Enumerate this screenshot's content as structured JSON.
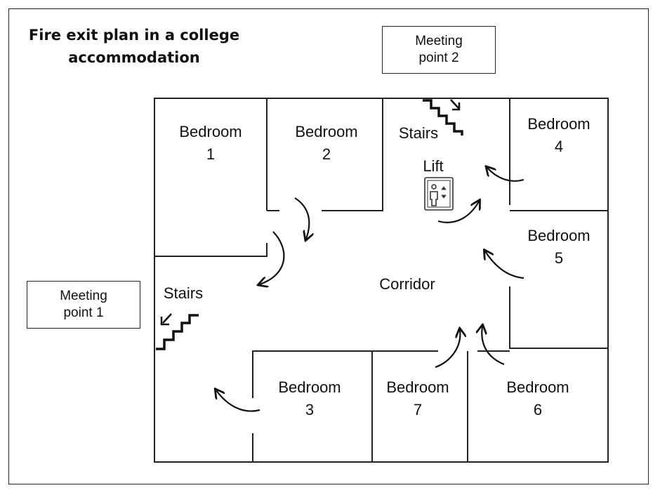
{
  "title": "Fire exit plan in a college accommodation",
  "meeting_points": [
    {
      "id": "mp1",
      "text": "Meeting point 1"
    },
    {
      "id": "mp2",
      "text": "Meeting point 2"
    }
  ],
  "rooms": {
    "bedroom1": {
      "name": "Bedroom",
      "number": "1"
    },
    "bedroom2": {
      "name": "Bedroom",
      "number": "2"
    },
    "bedroom3": {
      "name": "Bedroom",
      "number": "3"
    },
    "bedroom4": {
      "name": "Bedroom",
      "number": "4"
    },
    "bedroom5": {
      "name": "Bedroom",
      "number": "5"
    },
    "bedroom6": {
      "name": "Bedroom",
      "number": "6"
    },
    "bedroom7": {
      "name": "Bedroom",
      "number": "7"
    }
  },
  "labels": {
    "stairs_top": "Stairs",
    "stairs_left": "Stairs",
    "lift": "Lift",
    "corridor": "Corridor"
  },
  "icons": {
    "stairs": "stairs-icon",
    "lift": "lift-icon",
    "exit_route_arrow": "curved-arrow-icon"
  },
  "colors": {
    "line": "#222222",
    "background": "#ffffff"
  }
}
